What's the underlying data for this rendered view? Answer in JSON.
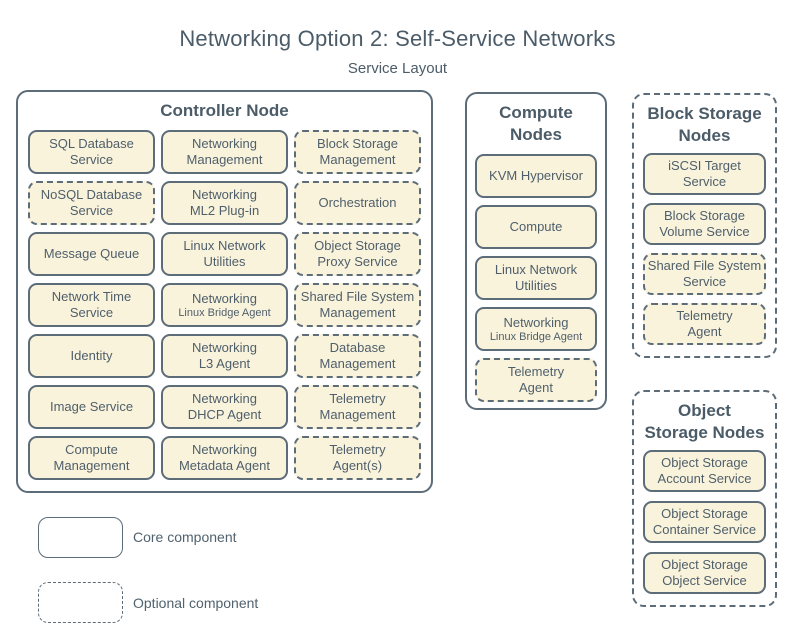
{
  "title": "Networking Option 2: Self-Service Networks",
  "subtitle": "Service Layout",
  "colors": {
    "background": "#ffffff",
    "box_fill": "#faf3dc",
    "line": "#5c6c78",
    "text": "#4e5f6b"
  },
  "controller": {
    "header": "Controller Node",
    "boxes": [
      {
        "label": "SQL Database\nService",
        "optional": false
      },
      {
        "label": "Networking\nManagement",
        "optional": false
      },
      {
        "label": "Block Storage\nManagement",
        "optional": true
      },
      {
        "label": "NoSQL Database\nService",
        "optional": true
      },
      {
        "label": "Networking\nML2 Plug-in",
        "optional": false
      },
      {
        "label": "Orchestration",
        "optional": true
      },
      {
        "label": "Message Queue",
        "optional": false
      },
      {
        "label": "Linux Network\nUtilities",
        "optional": false
      },
      {
        "label": "Object Storage\nProxy Service",
        "optional": true
      },
      {
        "label": "Network Time\nService",
        "optional": false
      },
      {
        "label": "Networking",
        "sub": "Linux Bridge Agent",
        "optional": false
      },
      {
        "label": "Shared File System\nManagement",
        "optional": true
      },
      {
        "label": "Identity",
        "optional": false
      },
      {
        "label": "Networking\nL3 Agent",
        "optional": false
      },
      {
        "label": "Database\nManagement",
        "optional": true
      },
      {
        "label": "Image Service",
        "optional": false
      },
      {
        "label": "Networking\nDHCP Agent",
        "optional": false
      },
      {
        "label": "Telemetry\nManagement",
        "optional": true
      },
      {
        "label": "Compute\nManagement",
        "optional": false
      },
      {
        "label": "Networking\nMetadata Agent",
        "optional": false
      },
      {
        "label": "Telemetry\nAgent(s)",
        "optional": true
      }
    ]
  },
  "compute": {
    "header": "Compute\nNodes",
    "optional": false,
    "boxes": [
      {
        "label": "KVM Hypervisor",
        "optional": false
      },
      {
        "label": "Compute",
        "optional": false
      },
      {
        "label": "Linux Network\nUtilities",
        "optional": false
      },
      {
        "label": "Networking",
        "sub": "Linux Bridge Agent",
        "optional": false
      },
      {
        "label": "Telemetry\nAgent",
        "optional": true
      }
    ]
  },
  "block_storage": {
    "header": "Block Storage\nNodes",
    "optional": true,
    "boxes": [
      {
        "label": "iSCSI Target\nService",
        "optional": false
      },
      {
        "label": "Block Storage\nVolume Service",
        "optional": false
      },
      {
        "label": "Shared File System\nService",
        "optional": true
      },
      {
        "label": "Telemetry\nAgent",
        "optional": true
      }
    ]
  },
  "object_storage": {
    "header": "Object\nStorage Nodes",
    "optional": true,
    "boxes": [
      {
        "label": "Object Storage\nAccount Service",
        "optional": false
      },
      {
        "label": "Object Storage\nContainer Service",
        "optional": false
      },
      {
        "label": "Object Storage\nObject Service",
        "optional": false
      }
    ]
  },
  "legend": {
    "core_label": "Core component",
    "optional_label": "Optional component"
  }
}
